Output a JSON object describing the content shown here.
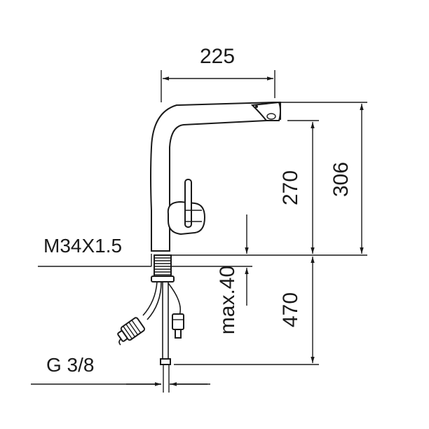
{
  "dimensions": {
    "spout_reach": "225",
    "total_height": "306",
    "spout_height": "270",
    "max_deck_thickness": "max.40",
    "hose_length": "470"
  },
  "specs": {
    "mount_thread": "M34X1.5",
    "supply_connection": "G 3/8"
  }
}
